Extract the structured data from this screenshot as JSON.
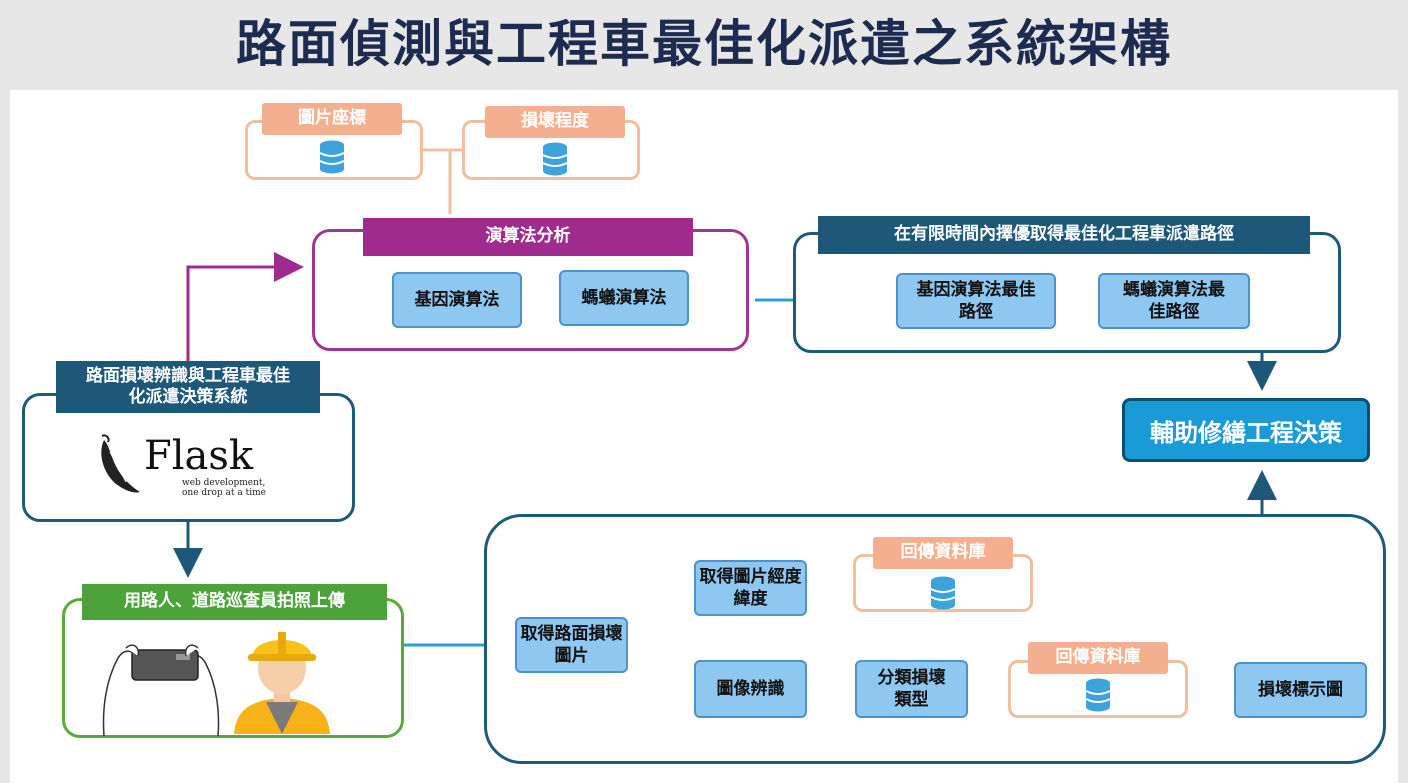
{
  "title": "路面偵測與工程車最佳化派遣之系統架構",
  "top_inputs": {
    "coords": "圖片座標",
    "severity": "損壞程度"
  },
  "algorithm": {
    "header": "演算法分析",
    "genetic": "基因演算法",
    "ant": "螞蟻演算法"
  },
  "optimal": {
    "header": "在有限時間內擇優取得最佳化工程車派遣路徑",
    "genetic": "基因演算法最佳路徑",
    "ant": "螞蟻演算法最佳路徑"
  },
  "decision": "輔助修繕工程決策",
  "system": {
    "header": "路面損壞辨識與工程車最佳化派遣決策系統",
    "logo_text": "Flask",
    "logo_tagline": "web development, one drop at a time"
  },
  "upload": {
    "header": "用路人、道路巡查員拍照上傳"
  },
  "processing": {
    "get_image": "取得路面損壞圖片",
    "get_coords": "取得圖片經度緯度",
    "recognition": "圖像辨識",
    "classify": "分類損壞類型",
    "return_db_1": "回傳資料庫",
    "return_db_2": "回傳資料庫",
    "damage_map": "損壞標示圖"
  },
  "colors": {
    "title": "#1c2b4f",
    "peach": "#f4b08e",
    "purple": "#a02b8e",
    "navy": "#1d5878",
    "green": "#4ca339",
    "blue_box": "#8ec8f0",
    "decision": "#1a9ad6",
    "arrow": "#2a9fd0"
  }
}
